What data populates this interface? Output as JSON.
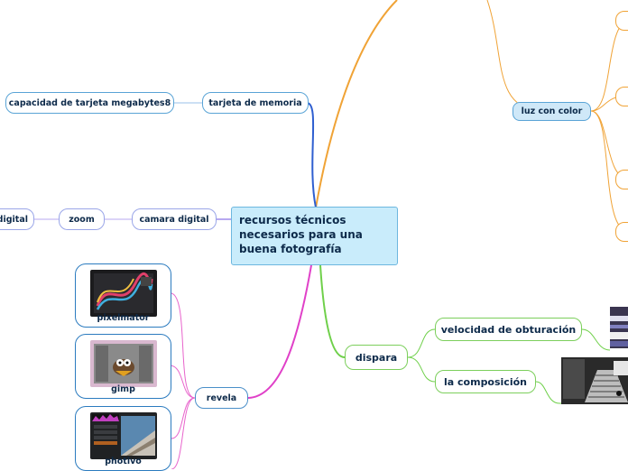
{
  "central": {
    "title": "recursos técnicos necesarios para una buena fotografía"
  },
  "branches": {
    "tarjeta": {
      "label": "tarjeta de memoria",
      "child": "capacidad de tarjeta megabytes8"
    },
    "camara": {
      "label": "camara digital",
      "child": "zoom",
      "grandchild": "digital"
    },
    "revela": {
      "label": "revela",
      "apps": [
        "pixelmator",
        "gimp",
        "photivo"
      ]
    },
    "dispara": {
      "label": "dispara",
      "children": [
        "velocidad de obturación",
        "la composición"
      ]
    },
    "luz": {
      "label": "luz con color"
    }
  },
  "colors": {
    "central_fill": "#c9ecfb",
    "tarjeta_line": "#2f5fd0",
    "camara_line": "#b7a8f0",
    "revela_line": "#e040c8",
    "dispara_line": "#6fd04a",
    "luz_line": "#f0a336"
  }
}
